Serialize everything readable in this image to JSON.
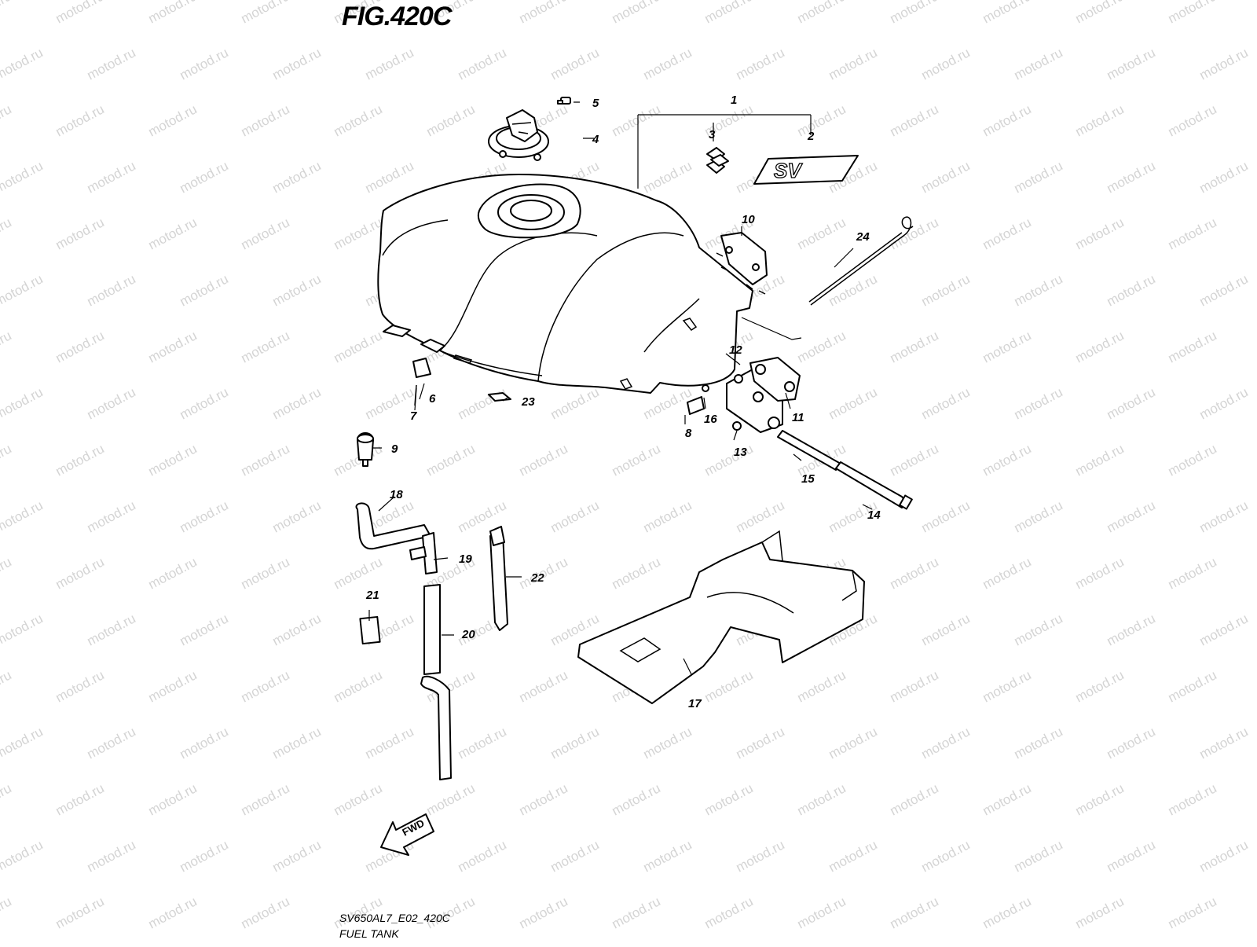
{
  "figure": {
    "title": "FIG.420C",
    "model_code": "SV650AL7_E02_420C",
    "name": "FUEL TANK",
    "watermark": "motod.ru",
    "fwd_label": "FWD",
    "emblem_text": "SV"
  },
  "callouts": [
    "1",
    "2",
    "3",
    "4",
    "5",
    "6",
    "7",
    "8",
    "9",
    "10",
    "11",
    "12",
    "13",
    "14",
    "15",
    "16",
    "17",
    "18",
    "19",
    "20",
    "21",
    "22",
    "23",
    "24"
  ]
}
